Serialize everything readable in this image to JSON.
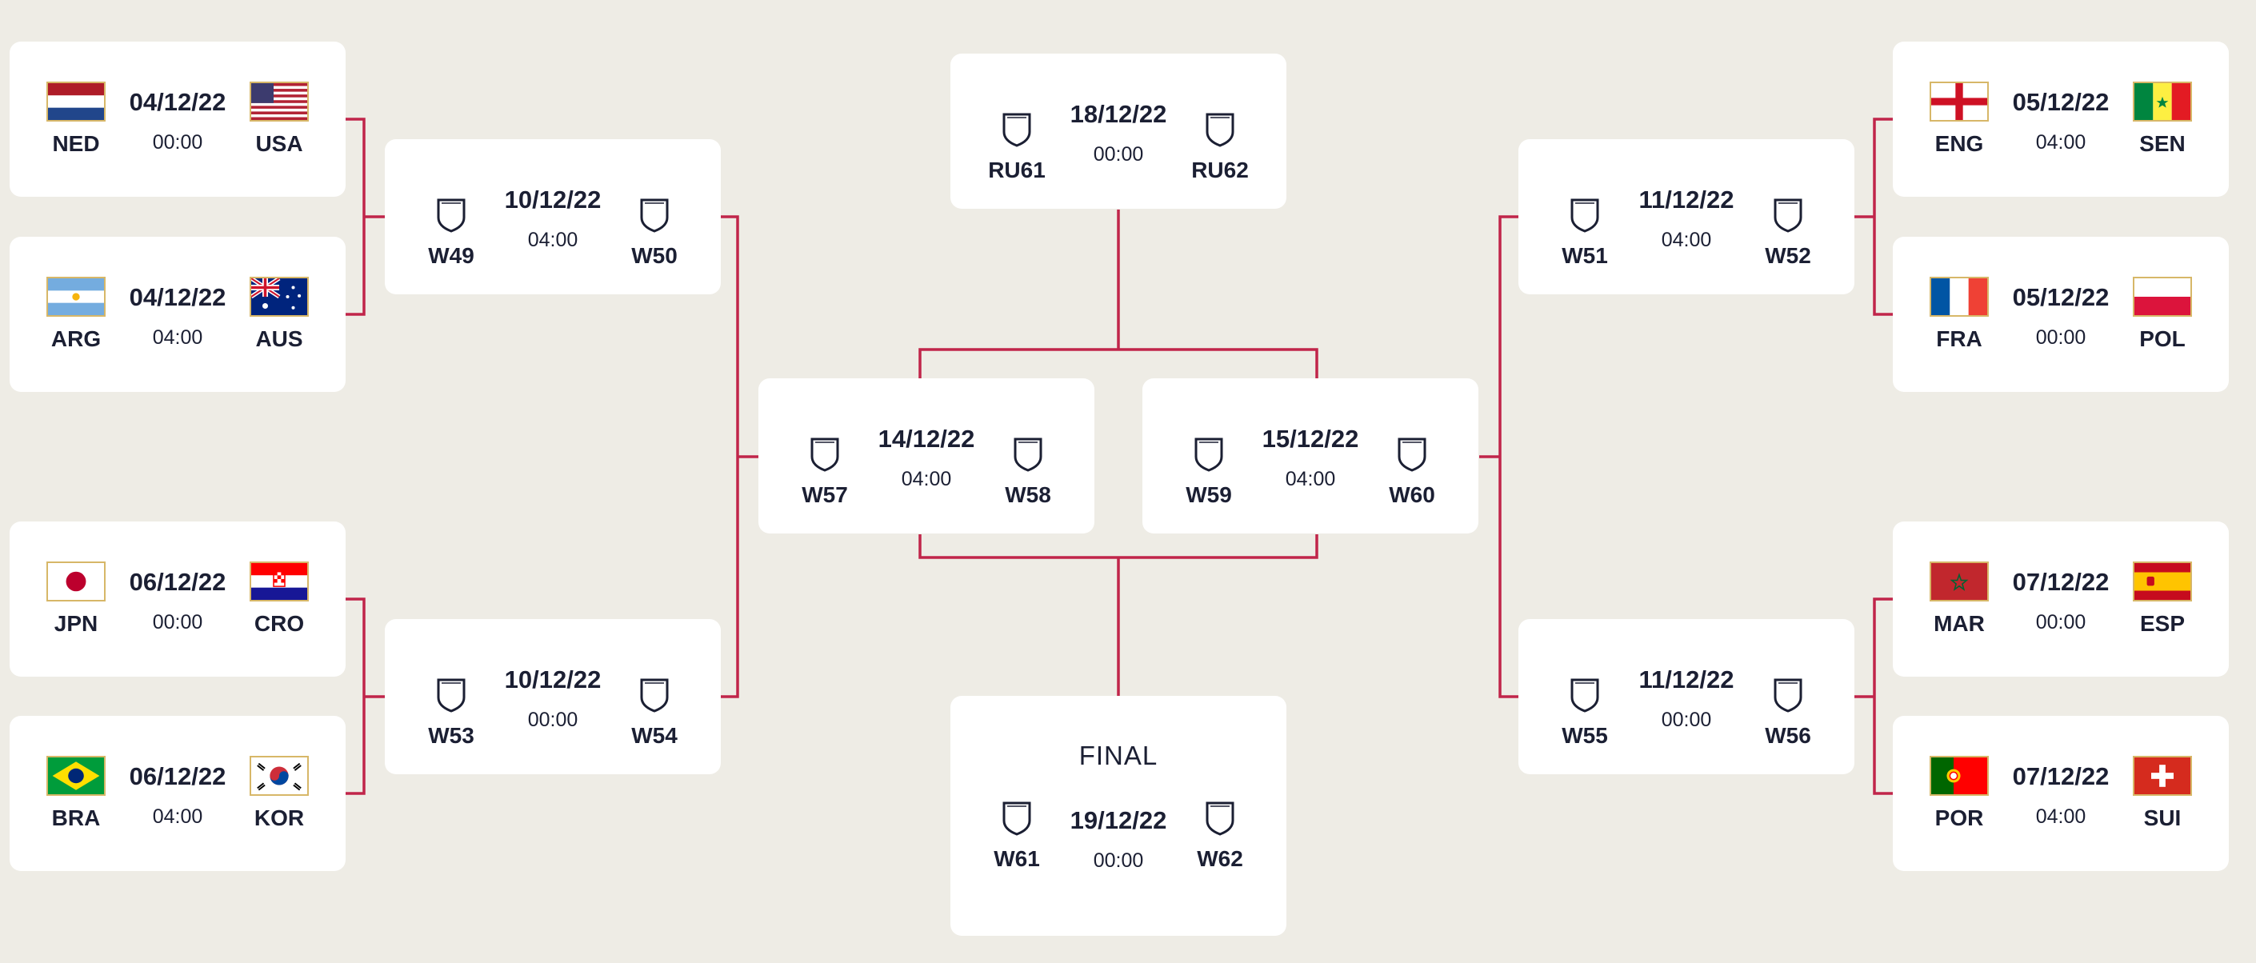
{
  "bracket": {
    "final_title": "FINAL",
    "matches": {
      "r16_1": {
        "date": "04/12/22",
        "time": "00:00",
        "home": {
          "code": "NED",
          "flag": "netherlands-flag"
        },
        "away": {
          "code": "USA",
          "flag": "usa-flag"
        }
      },
      "r16_2": {
        "date": "04/12/22",
        "time": "04:00",
        "home": {
          "code": "ARG",
          "flag": "argentina-flag"
        },
        "away": {
          "code": "AUS",
          "flag": "australia-flag"
        }
      },
      "r16_3": {
        "date": "06/12/22",
        "time": "00:00",
        "home": {
          "code": "JPN",
          "flag": "japan-flag"
        },
        "away": {
          "code": "CRO",
          "flag": "croatia-flag"
        }
      },
      "r16_4": {
        "date": "06/12/22",
        "time": "04:00",
        "home": {
          "code": "BRA",
          "flag": "brazil-flag"
        },
        "away": {
          "code": "KOR",
          "flag": "korea-flag"
        }
      },
      "r16_5": {
        "date": "05/12/22",
        "time": "04:00",
        "home": {
          "code": "ENG",
          "flag": "england-flag"
        },
        "away": {
          "code": "SEN",
          "flag": "senegal-flag"
        }
      },
      "r16_6": {
        "date": "05/12/22",
        "time": "00:00",
        "home": {
          "code": "FRA",
          "flag": "france-flag"
        },
        "away": {
          "code": "POL",
          "flag": "poland-flag"
        }
      },
      "r16_7": {
        "date": "07/12/22",
        "time": "00:00",
        "home": {
          "code": "MAR",
          "flag": "morocco-flag"
        },
        "away": {
          "code": "ESP",
          "flag": "spain-flag"
        }
      },
      "r16_8": {
        "date": "07/12/22",
        "time": "04:00",
        "home": {
          "code": "POR",
          "flag": "portugal-flag"
        },
        "away": {
          "code": "SUI",
          "flag": "switzerland-flag"
        }
      },
      "qf_1": {
        "date": "10/12/22",
        "time": "04:00",
        "home": {
          "code": "W49"
        },
        "away": {
          "code": "W50"
        }
      },
      "qf_2": {
        "date": "10/12/22",
        "time": "00:00",
        "home": {
          "code": "W53"
        },
        "away": {
          "code": "W54"
        }
      },
      "qf_3": {
        "date": "11/12/22",
        "time": "04:00",
        "home": {
          "code": "W51"
        },
        "away": {
          "code": "W52"
        }
      },
      "qf_4": {
        "date": "11/12/22",
        "time": "00:00",
        "home": {
          "code": "W55"
        },
        "away": {
          "code": "W56"
        }
      },
      "sf_1": {
        "date": "14/12/22",
        "time": "04:00",
        "home": {
          "code": "W57"
        },
        "away": {
          "code": "W58"
        }
      },
      "sf_2": {
        "date": "15/12/22",
        "time": "04:00",
        "home": {
          "code": "W59"
        },
        "away": {
          "code": "W60"
        }
      },
      "third": {
        "date": "18/12/22",
        "time": "00:00",
        "home": {
          "code": "RU61"
        },
        "away": {
          "code": "RU62"
        }
      },
      "final": {
        "date": "19/12/22",
        "time": "00:00",
        "home": {
          "code": "W61"
        },
        "away": {
          "code": "W62"
        }
      }
    },
    "colors": {
      "background": "#eeece5",
      "card": "#ffffff",
      "connector": "#c0254a",
      "text": "#1b1f33",
      "flag_border": "#d7b768"
    }
  }
}
